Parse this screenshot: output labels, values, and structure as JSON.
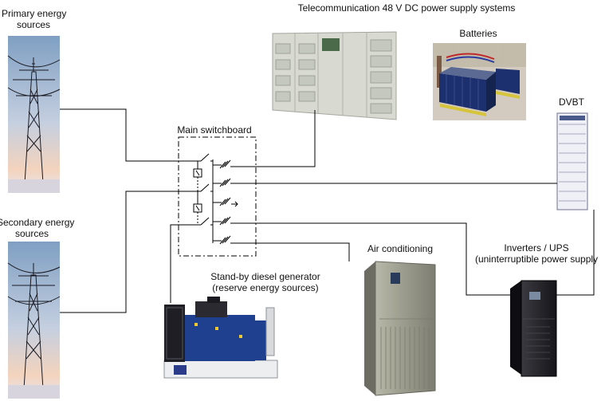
{
  "labels": {
    "primary_energy_line1": "Primary energy",
    "primary_energy_line2": "sources",
    "secondary_energy_line1": "Secondary energy",
    "secondary_energy_line2": "sources",
    "telecom_title": "Telecommunication 48 V DC power supply systems",
    "batteries": "Batteries",
    "dvbt": "DVBT",
    "main_switchboard": "Main switchboard",
    "inverters_line1": "Inverters / UPS",
    "inverters_line2": "(uninterruptible power supply",
    "air_conditioning": "Air conditioning",
    "diesel_line1": "Stand-by diesel generator",
    "diesel_line2": "(reserve energy sources)"
  },
  "icons": [
    "pylon-photo",
    "power-rack-photo",
    "batteries-photo",
    "dvbt-rack-photo",
    "diesel-generator-photo",
    "air-conditioner-photo",
    "ups-cabinet-photo"
  ],
  "colors": {
    "wire": "#000000",
    "sky_top": "#8aa8c8",
    "sky_bottom": "#f0d8c8",
    "generator_blue": "#1f3f8f",
    "cabinet_grey": "#a8a898",
    "ups_dark": "#1e1e22",
    "dvbt_body": "#eef0f6"
  }
}
